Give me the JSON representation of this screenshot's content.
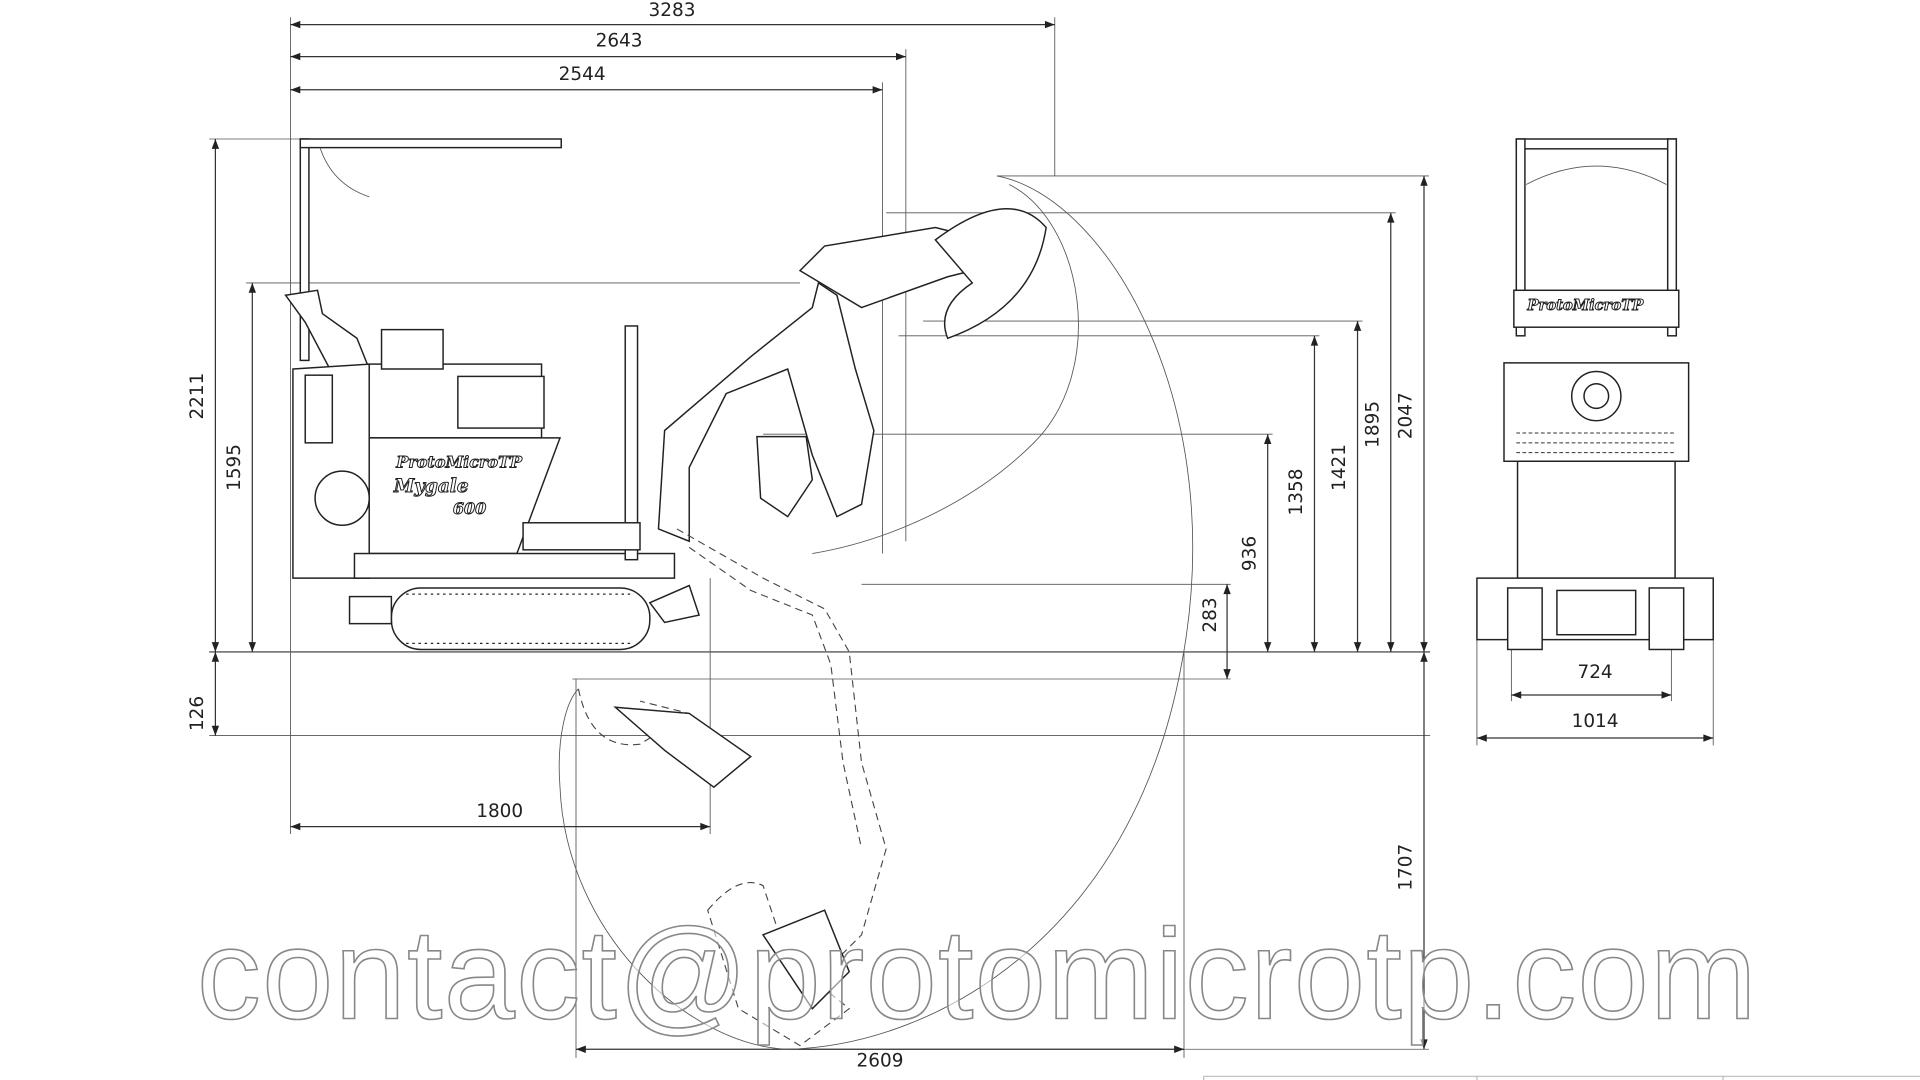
{
  "title": "ProtoMicroTP Mygale 600 dimensions drawing",
  "watermark": "contact@protomicrotp.com",
  "branding": {
    "side_brand": "ProtoMicroTP",
    "side_model": "Mygale",
    "side_model_number": "600",
    "front_brand": "ProtoMicroTP"
  },
  "dimensions": [
    {
      "label": "3283"
    },
    {
      "label": "2643"
    },
    {
      "label": "2544"
    },
    {
      "label": "2211"
    },
    {
      "label": "1595"
    },
    {
      "label": "126"
    },
    {
      "label": "1800"
    },
    {
      "label": "2609"
    },
    {
      "label": "283"
    },
    {
      "label": "936"
    },
    {
      "label": "1358"
    },
    {
      "label": "1421"
    },
    {
      "label": "1895"
    },
    {
      "label": "2047"
    },
    {
      "label": "1707"
    },
    {
      "label": "724"
    },
    {
      "label": "1014"
    }
  ]
}
